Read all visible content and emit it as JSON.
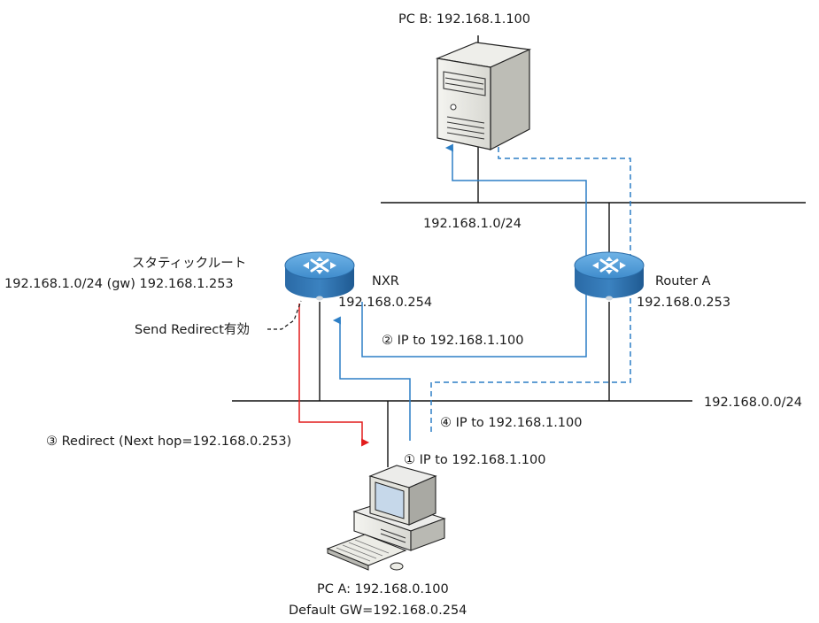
{
  "pc_b": {
    "label": "PC B: 192.168.1.100"
  },
  "networks": {
    "upper_subnet": "192.168.1.0/24",
    "lower_subnet": "192.168.0.0/24"
  },
  "nxr": {
    "name": "NXR",
    "ip": "192.168.0.254",
    "static_route_title": "スタティックルート",
    "static_route": "192.168.1.0/24 (gw) 192.168.1.253",
    "send_redirect": "Send Redirect有効"
  },
  "router_a": {
    "name": "Router A",
    "ip": "192.168.0.253"
  },
  "steps": {
    "step1": "① IP to 192.168.1.100",
    "step2": "② IP to 192.168.1.100",
    "step3": "③ Redirect (Next hop=192.168.0.253)",
    "step4": "④ IP to 192.168.1.100"
  },
  "pc_a": {
    "label": "PC A: 192.168.0.100",
    "gateway": "Default GW=192.168.0.254"
  },
  "colors": {
    "blue_path": "#2d7fc6",
    "red_path": "#e21c1c",
    "router_top": "#4a9ad6",
    "router_side": "#2a6ca8"
  }
}
